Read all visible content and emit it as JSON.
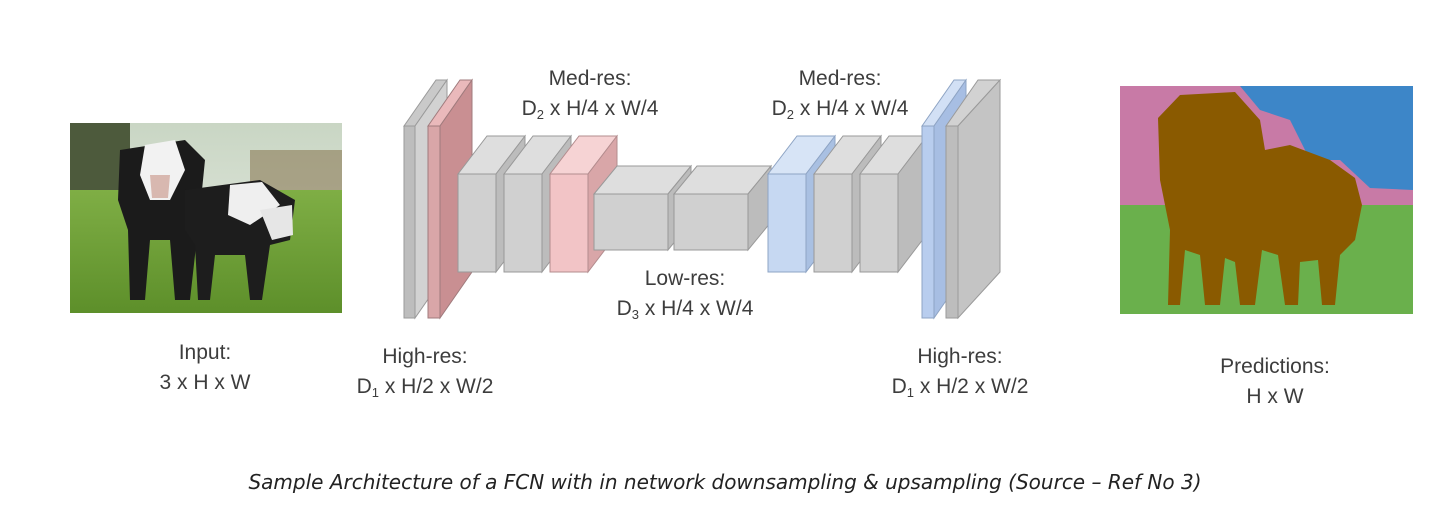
{
  "labels": {
    "input_title": "Input:",
    "input_dims": "3 x H x W",
    "high_res_left_title": "High-res:",
    "high_res_left_sym": "D",
    "high_res_left_sub": "1",
    "high_res_left_rest": " x H/2 x W/2",
    "med_res_left_title": "Med-res:",
    "med_res_left_sym": "D",
    "med_res_left_sub": "2",
    "med_res_left_rest": " x H/4 x W/4",
    "low_res_title": "Low-res:",
    "low_res_sym": "D",
    "low_res_sub": "3",
    "low_res_rest": " x H/4 x W/4",
    "med_res_right_title": "Med-res:",
    "med_res_right_sym": "D",
    "med_res_right_sub": "2",
    "med_res_right_rest": " x H/4 x W/4",
    "high_res_right_title": "High-res:",
    "high_res_right_sym": "D",
    "high_res_right_sub": "1",
    "high_res_right_rest": " x H/2 x W/2",
    "predictions_title": "Predictions:",
    "predictions_dims": "H x W"
  },
  "caption": "Sample Architecture of a FCN with in network downsampling & upsampling (Source – Ref No 3)",
  "colors": {
    "block_gray": "#cfcfcf",
    "block_pink": "#f2c4c6",
    "block_blue": "#c6d8f2",
    "seg_cow": "#8a5a00",
    "seg_grass": "#6ab04c",
    "seg_bg_pink": "#c87aa6",
    "seg_sky_blue": "#3d86c8"
  }
}
